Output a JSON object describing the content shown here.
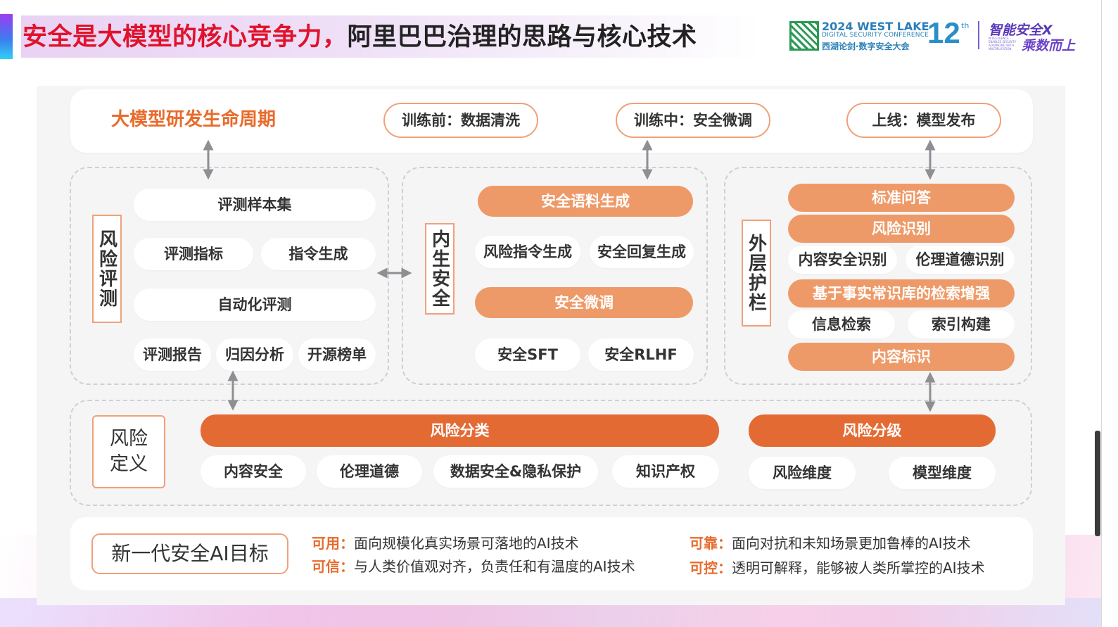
{
  "slide": {
    "title_red": "安全是大模型的核心竞争力",
    "title_sep": "，",
    "title_dark": "阿里巴巴治理的思路与核心技术"
  },
  "logo": {
    "line1": "2024 WEST LAKE",
    "line2": "DIGITAL SECURITY CONFERENCE",
    "line3": "西湖论剑·数字安全大会",
    "edition": "12",
    "edition_suffix": "th",
    "slogan1": "智能安全X",
    "slogan2": "乘数而上",
    "slogan_small": "INTELLIGENCE ENABLES SECURITY ADVANCING WITH MULTIPLICATION"
  },
  "lifecycle": {
    "title": "大模型研发生命周期",
    "stages": [
      "训练前：数据清洗",
      "训练中：安全微调",
      "上线：模型发布"
    ]
  },
  "risk_eval": {
    "label": "风险评测",
    "sample_set": "评测样本集",
    "metrics": "评测指标",
    "instruction_gen": "指令生成",
    "auto_eval": "自动化评测",
    "report": "评测报告",
    "attribution": "归因分析",
    "leaderboard": "开源榜单"
  },
  "endogenous": {
    "label": "内生安全",
    "corpus_gen": "安全语料生成",
    "risk_instruction_gen": "风险指令生成",
    "safe_reply_gen": "安全回复生成",
    "safety_finetune": "安全微调",
    "safety_sft": "安全SFT",
    "safety_rlhf": "安全RLHF"
  },
  "guardrail": {
    "label": "外层护栏",
    "standard_qa": "标准问答",
    "risk_identification": "风险识别",
    "content_safety_id": "内容安全识别",
    "ethics_id": "伦理道德识别",
    "rag": "基于事实常识库的检索增强",
    "info_retrieval": "信息检索",
    "index_build": "索引构建",
    "content_labeling": "内容标识"
  },
  "risk_definition": {
    "label": "风险定义",
    "classification": "风险分类",
    "categories": [
      "内容安全",
      "伦理道德",
      "数据安全&隐私保护",
      "知识产权"
    ],
    "grading": "风险分级",
    "dimensions": [
      "风险维度",
      "模型维度"
    ]
  },
  "goals": {
    "label": "新一代安全AI目标",
    "usable_key": "可用：",
    "usable_text": "面向规模化真实场景可落地的AI技术",
    "trusted_key": "可信：",
    "trusted_text": "与人类价值观对齐，负责任和有温度的AI技术",
    "reliable_key": "可靠：",
    "reliable_text": "面向对抗和未知场景更加鲁棒的AI技术",
    "controllable_key": "可控：",
    "controllable_text": "透明可解释，能够被人类所掌控的AI技术"
  },
  "colors": {
    "accent_orange": "#e86b2c",
    "pill_orange": "#ee9a68",
    "pill_orange_dark": "#e46a34",
    "title_red": "#e0122c",
    "border_orange": "#f0a07a"
  }
}
